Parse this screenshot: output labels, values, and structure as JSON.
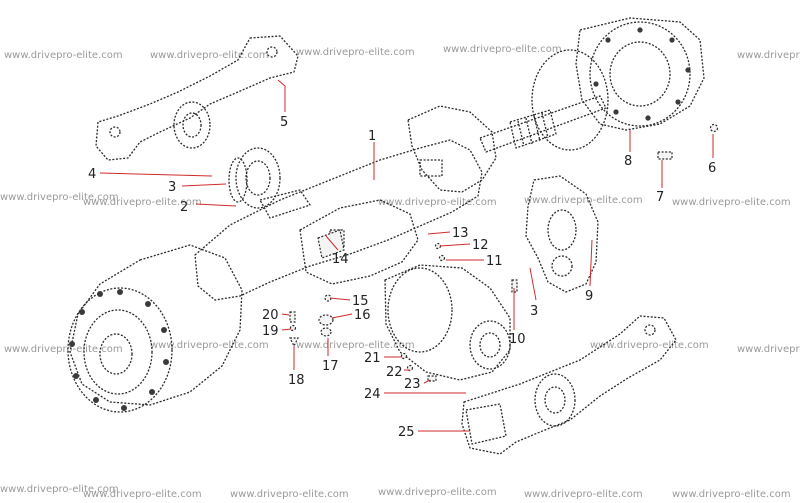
{
  "watermark": "www.drivepro-elite.com",
  "colors": {
    "leader": "#d22a2a",
    "line": "#2a2a2a",
    "watermark": "#9a9a9a"
  },
  "callouts": [
    "1",
    "2",
    "3",
    "4",
    "5",
    "6",
    "7",
    "8",
    "9",
    "10",
    "11",
    "12",
    "13",
    "14",
    "15",
    "16",
    "17",
    "18",
    "19",
    "20",
    "21",
    "22",
    "23",
    "24",
    "25"
  ]
}
